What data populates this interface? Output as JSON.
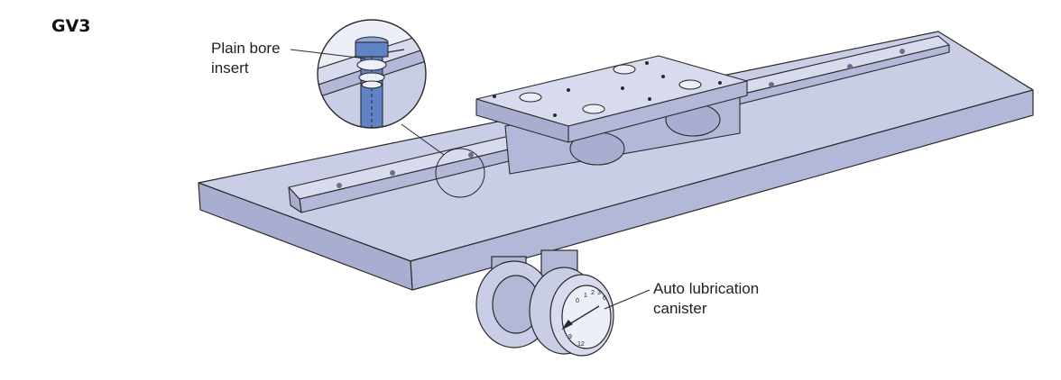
{
  "title": "GV3",
  "callouts": {
    "plain_bore": {
      "line1": "Plain bore",
      "line2": "insert"
    },
    "auto_lube": {
      "line1": "Auto lubrication",
      "line2": "canister"
    }
  },
  "colors": {
    "part_fill": "#c9cde6",
    "part_fill_light": "#d8dbee",
    "part_fill_dark": "#a9aed0",
    "insert_blue": "#5f83c4",
    "outline": "#2a2a2a"
  },
  "dial_markings": [
    "0",
    "1",
    "2",
    "3",
    "6",
    "9",
    "12"
  ]
}
